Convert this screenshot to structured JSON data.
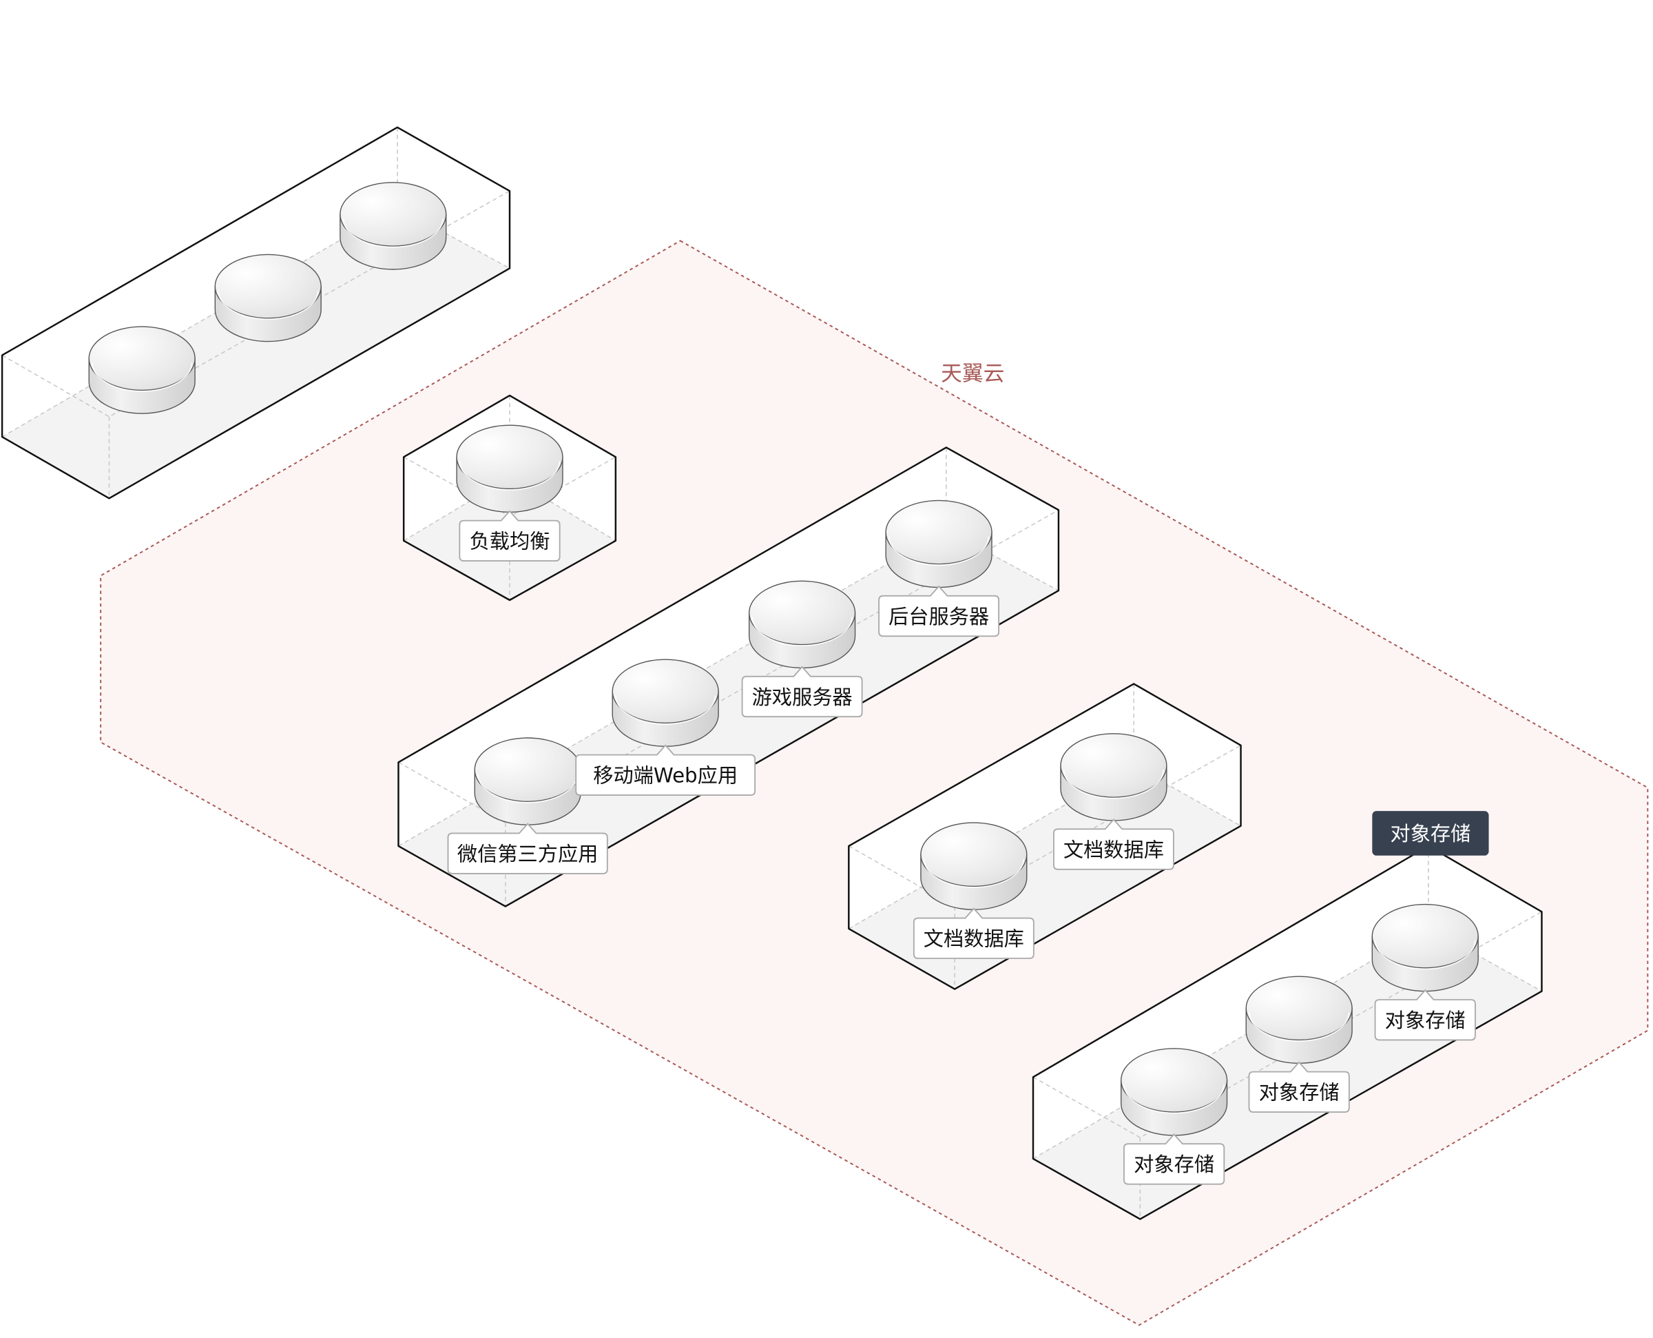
{
  "region": {
    "label": "天翼云",
    "color": "#a85a58",
    "fill": "#fdf5f4"
  },
  "groups": [
    {
      "id": "unlabeled-group",
      "nodes": [
        {
          "label": ""
        },
        {
          "label": ""
        },
        {
          "label": ""
        }
      ]
    },
    {
      "id": "load-balancer-group",
      "nodes": [
        {
          "label": "负载均衡"
        }
      ]
    },
    {
      "id": "app-server-group",
      "nodes": [
        {
          "label": "微信第三方应用"
        },
        {
          "label": "移动端Web应用"
        },
        {
          "label": "游戏服务器"
        },
        {
          "label": "后台服务器"
        }
      ]
    },
    {
      "id": "database-group",
      "nodes": [
        {
          "label": "文档数据库"
        },
        {
          "label": "文档数据库"
        }
      ]
    },
    {
      "id": "object-storage-group",
      "title": "对象存储",
      "title_bg": "#384150",
      "nodes": [
        {
          "label": "对象存储"
        },
        {
          "label": "对象存储"
        },
        {
          "label": "对象存储"
        }
      ]
    }
  ]
}
